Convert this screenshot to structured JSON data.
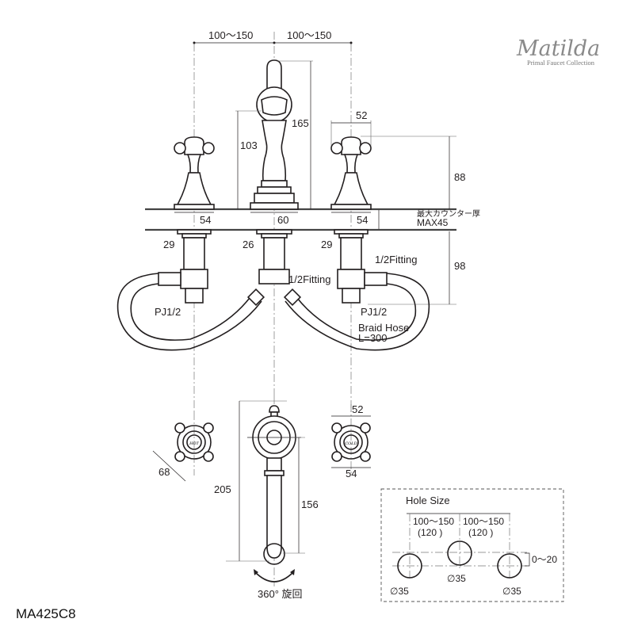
{
  "brand": {
    "name": "Matilda",
    "tagline": "Primal Faucet Collection"
  },
  "model_number": "MA425C8",
  "front_view": {
    "spacing_left": "100～150",
    "spacing_right": "100～150",
    "spout_total_height": "165",
    "spout_body_height": "103",
    "handle_width": "52",
    "handle_height": "88",
    "base_left": "54",
    "base_center": "60",
    "base_right": "54",
    "counter_label_jp": "最大カウンター厚",
    "counter_label_max": "MAX45",
    "shank_left": "29",
    "shank_center": "26",
    "shank_right": "29",
    "below_counter_height": "98",
    "fitting_center": "1/2Fitting",
    "fitting_right": "1/2Fitting",
    "thread_left": "PJ1/2",
    "thread_right": "PJ1/2",
    "hose_label": "Braid Hose",
    "hose_length": "L=300"
  },
  "top_view": {
    "hot_handle_diag": "68",
    "hot_label": "HOT",
    "cold_label": "COLD",
    "cold_handle_width_top": "52",
    "cold_handle_width_bottom": "54",
    "spout_length": "205",
    "spout_reach": "156",
    "rotation_label": "360° 旋回"
  },
  "hole_size": {
    "title": "Hole Size",
    "spacing_left": "100～150",
    "spacing_left_default": "(120 )",
    "spacing_right": "100～150",
    "spacing_right_default": "(120 )",
    "offset": "0～20",
    "hole_left": "35",
    "hole_center": "35",
    "hole_right": "35",
    "diameter_symbol": "∅"
  }
}
